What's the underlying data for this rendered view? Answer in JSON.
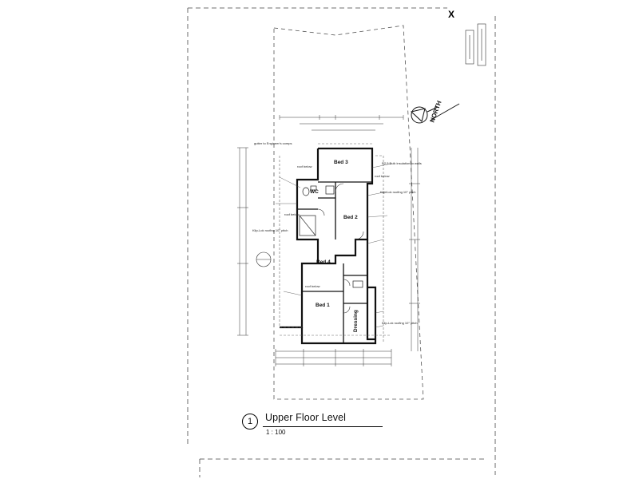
{
  "drawing": {
    "corner_mark": "X",
    "north_label": "NORTH",
    "title": "Upper Floor Level",
    "view_number": "1",
    "scale": "1 : 100"
  },
  "rooms": {
    "bed1": "Bed 1",
    "bed2": "Bed 2",
    "bed3": "Bed 3",
    "bed4": "Bed 4",
    "dressing": "Dressing",
    "wc": "WC"
  },
  "notes": {
    "roof_below": "roof below",
    "klip_lok": "Klip-Lok roofing 10° pitch",
    "engineer": "gutter to Engineer's comps",
    "insulation": "R2.5 Bulk insulation to walls"
  },
  "colors": {
    "line": "#111111",
    "dash": "#555555"
  }
}
